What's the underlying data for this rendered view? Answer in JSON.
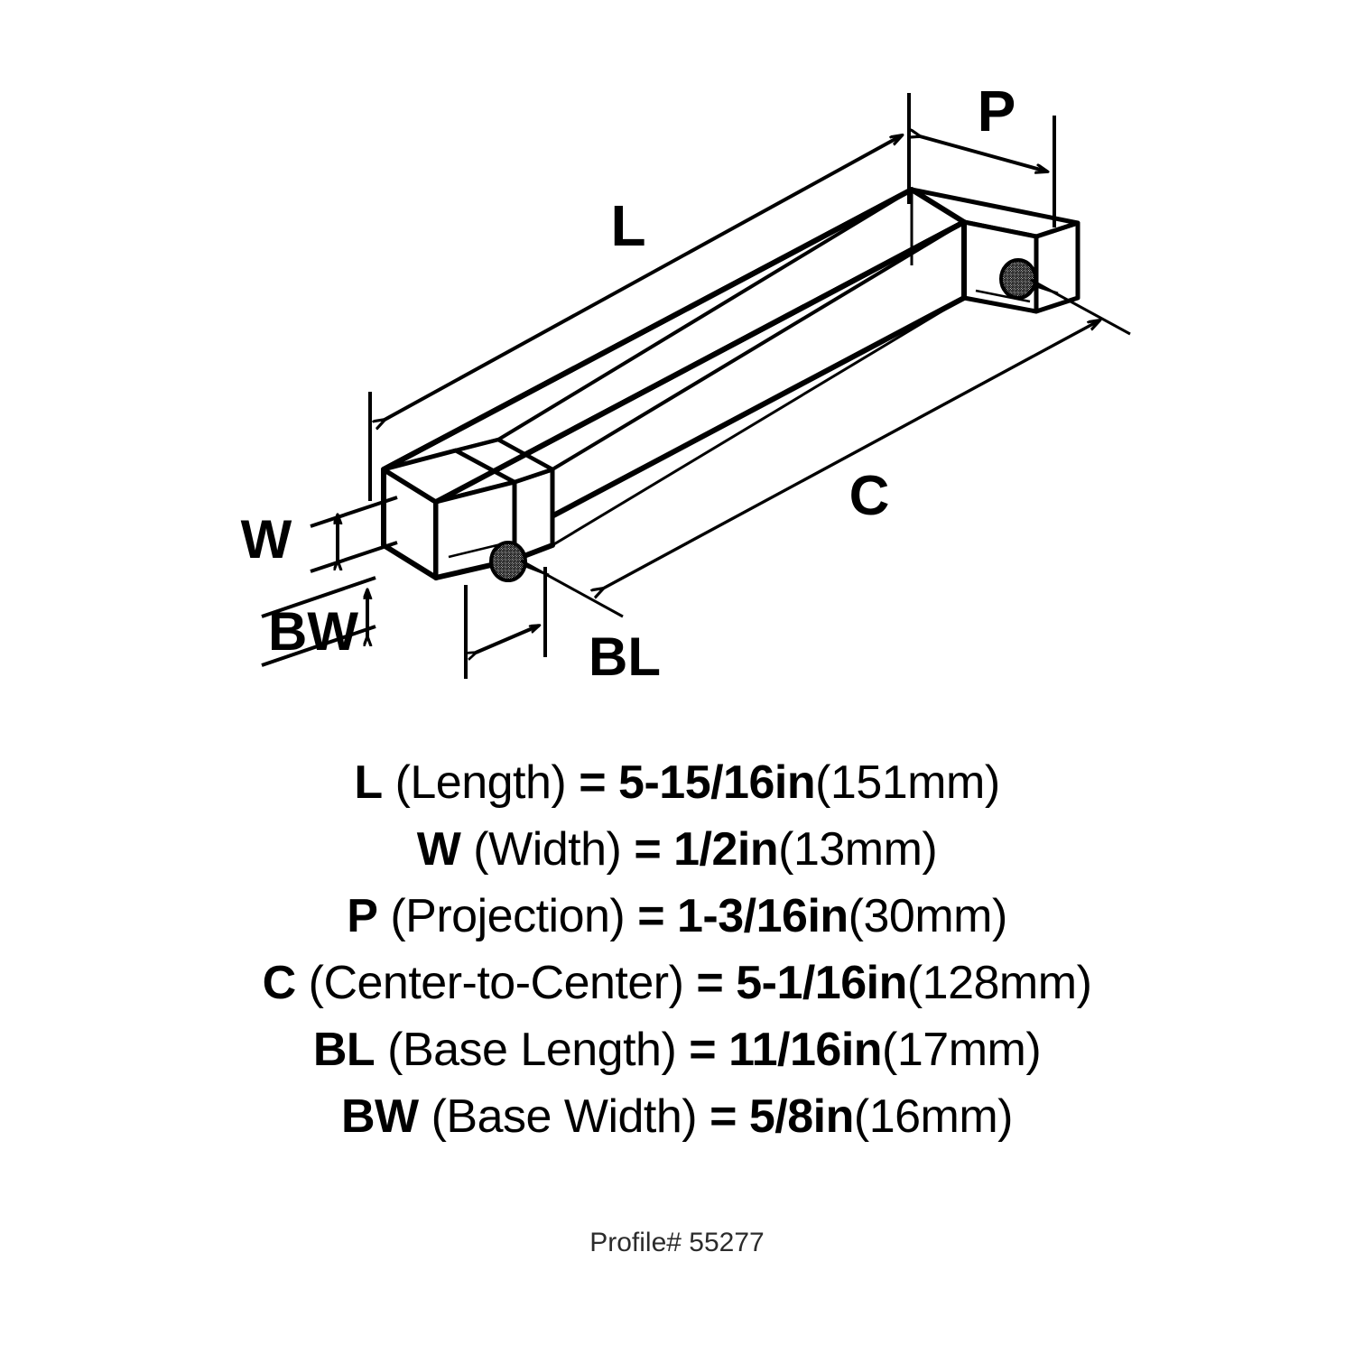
{
  "drawing": {
    "title": "Cabinet pull isometric dimension drawing",
    "dimension_labels": {
      "L": "L",
      "W": "W",
      "P": "P",
      "C": "C",
      "BL": "BL",
      "BW": "BW"
    },
    "icons": {
      "screw_left": "screw-hole-icon",
      "screw_right": "screw-hole-icon"
    }
  },
  "specs": [
    {
      "symbol": "L",
      "name": "(Length)",
      "equals": "=",
      "value": "5-15/16in",
      "metric": "(151mm)"
    },
    {
      "symbol": "W",
      "name": "(Width)",
      "equals": "=",
      "value": "1/2in",
      "metric": "(13mm)"
    },
    {
      "symbol": "P",
      "name": "(Projection)",
      "equals": "=",
      "value": "1-3/16in",
      "metric": "(30mm)"
    },
    {
      "symbol": "C",
      "name": "(Center-to-Center)",
      "equals": "=",
      "value": "5-1/16in",
      "metric": "(128mm)"
    },
    {
      "symbol": "BL",
      "name": "(Base Length)",
      "equals": "=",
      "value": "11/16in",
      "metric": "(17mm)"
    },
    {
      "symbol": "BW",
      "name": "(Base Width)",
      "equals": "=",
      "value": "5/8in",
      "metric": "(16mm)"
    }
  ],
  "profile": {
    "text": "Profile# 55277"
  },
  "colors": {
    "line": "#000000",
    "background": "#ffffff",
    "profile_text": "#2b2b2b"
  }
}
